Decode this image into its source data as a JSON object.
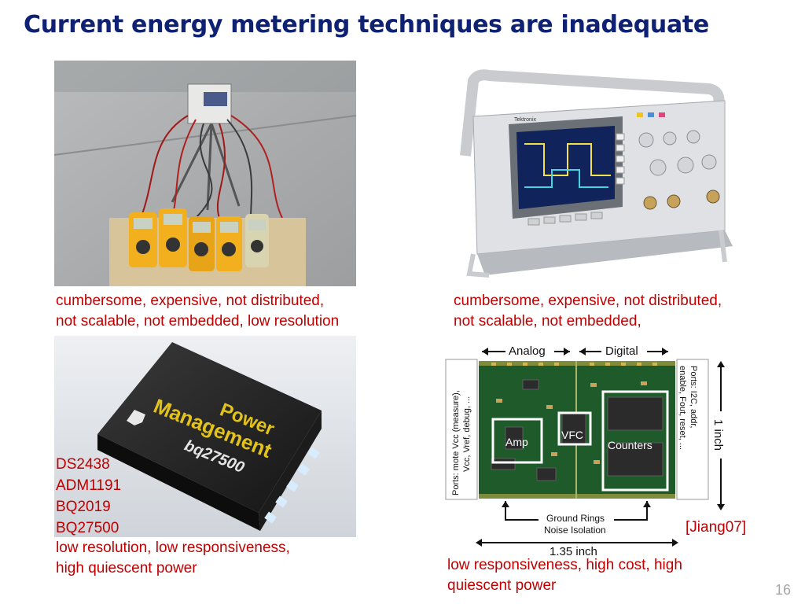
{
  "slide": {
    "title": "Current energy metering techniques are inadequate",
    "page_number": "16"
  },
  "panels": {
    "multimeters": {
      "caption_lines": [
        "cumbersome, expensive, not distributed,",
        "not scalable, not embedded, low resolution"
      ]
    },
    "oscilloscope": {
      "brand": "Tektronix",
      "caption_lines": [
        "cumbersome, expensive, not distributed,",
        "not scalable, not embedded,"
      ]
    },
    "chip": {
      "chip_text_1": "Power",
      "chip_text_2": "Management",
      "chip_model": "bq27500",
      "parts": [
        "DS2438",
        "ADM1191",
        "BQ2019",
        "BQ27500"
      ],
      "caption_lines": [
        "low resolution, low responsiveness,",
        "high quiescent power"
      ]
    },
    "board": {
      "analog_label": "Analog",
      "digital_label": "Digital",
      "amp_label": "Amp",
      "vfc_label": "VFC",
      "counters_label": "Counters",
      "left_ports_1": "Ports: mote Vcc (measure),",
      "left_ports_2": "Vcc, Vref, debug, ...",
      "right_ports_1": "Ports: I2C, addr,",
      "right_ports_2": "enable, Fout, reset, ...",
      "height_label": "1 inch",
      "ground_label_1": "Ground Rings",
      "ground_label_2": "Noise Isolation",
      "width_label": "1.35 inch",
      "citation": "[Jiang07]",
      "caption_lines": [
        "low responsiveness, high cost, high",
        "quiescent power"
      ]
    }
  }
}
